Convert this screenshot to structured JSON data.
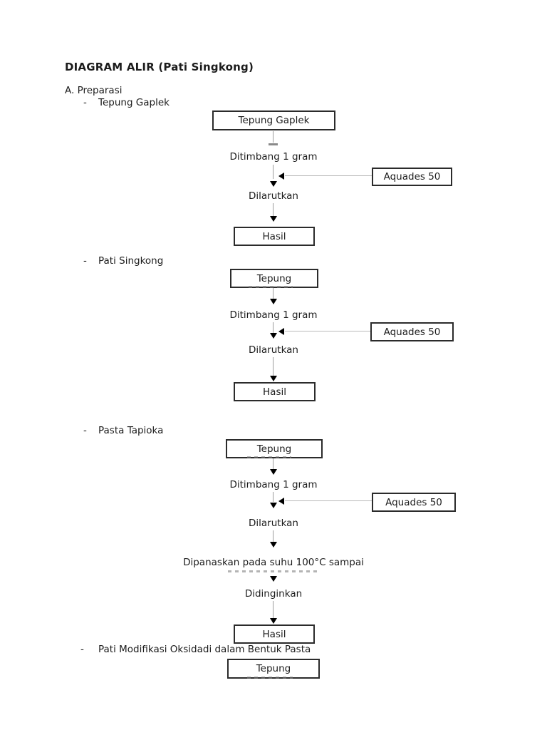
{
  "doc": {
    "title": "DIAGRAM ALIR (Pati Singkong)",
    "heading": "A. Preparasi",
    "bullet_marker": "-",
    "bullets": [
      "Tepung Gaplek",
      "Pati Singkong",
      "Pasta Tapioka",
      "Pati Modifikasi Oksidadi dalam Bentuk Pasta"
    ]
  },
  "flows": [
    {
      "start": "Tepung Gaplek",
      "steps": [
        "Ditimbang 1 gram",
        "Dilarutkan"
      ],
      "side": "Aquades 50",
      "end": "Hasil"
    },
    {
      "start": "Tepung",
      "steps": [
        "Ditimbang 1 gram",
        "Dilarutkan"
      ],
      "side": "Aquades 50",
      "end": "Hasil"
    },
    {
      "start": "Tepung",
      "steps": [
        "Ditimbang 1 gram",
        "Dilarutkan",
        "Dipanaskan pada suhu 100°C sampai",
        "Didinginkan"
      ],
      "side": "Aquades 50",
      "end": "Hasil"
    },
    {
      "start": "Tepung"
    }
  ],
  "colors": {
    "background": "#ffffff",
    "text": "#1c1c1c",
    "box_border": "#2b2b2b",
    "connector_line": "#9c9c9c",
    "arrow": "#000000"
  }
}
